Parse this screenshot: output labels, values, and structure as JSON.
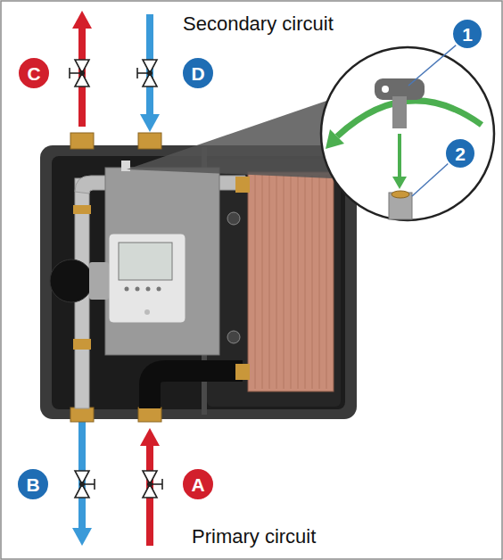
{
  "diagram": {
    "nodes": [
      {
        "text": [
          "C"
        ]
      },
      {
        "text": [
          "D"
        ]
      },
      {
        "text": [
          "1"
        ]
      },
      {
        "text": [
          "2"
        ]
      },
      {
        "text": [
          "B"
        ]
      },
      {
        "text": [
          "A"
        ]
      }
    ],
    "labels": [
      "Secondary circuit",
      "Primary circuit"
    ]
  }
}
